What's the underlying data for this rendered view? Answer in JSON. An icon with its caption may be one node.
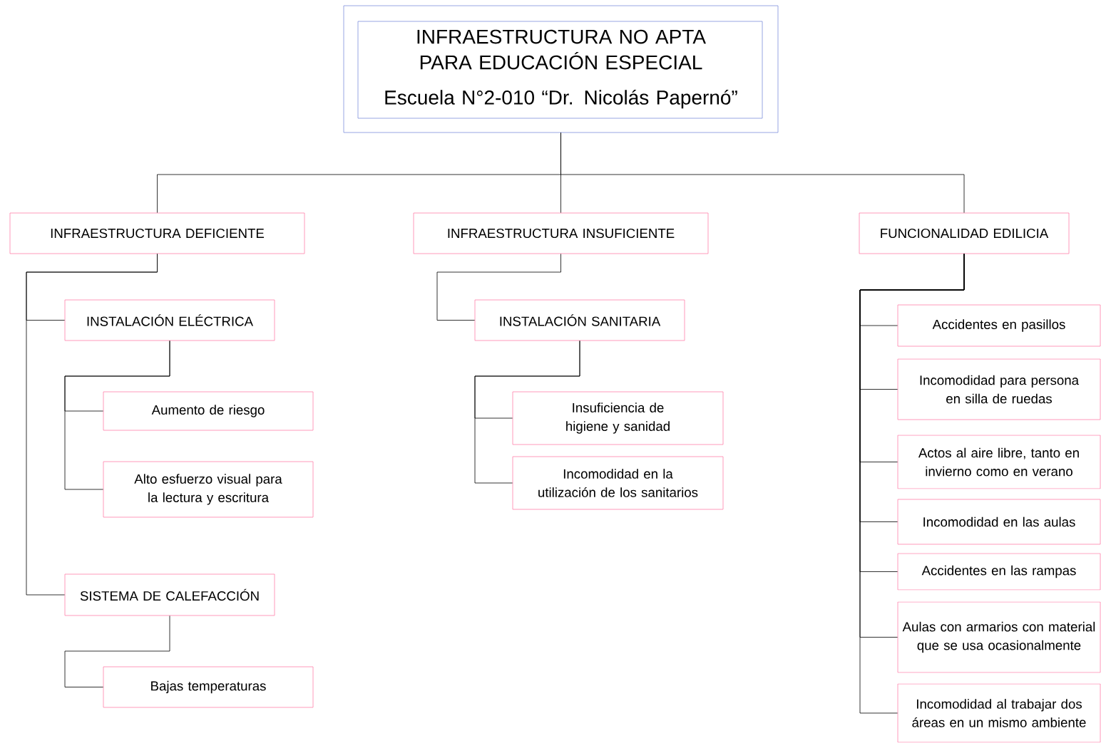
{
  "diagram": {
    "nodes": [
      {
        "text": [
          "INFRAESTRUCTURA NO APTA PARA EDUCACIÓN ESPECIAL",
          "Escuela N°2-010 “Dr. Nicolás Papernó”"
        ]
      },
      {
        "text": [
          "INFRAESTRUCTURA  DEFICIENTE"
        ]
      },
      {
        "text": [
          "INFRAESTRUCTURA  INSUFICIENTE"
        ]
      },
      {
        "text": [
          "FUNCIONALIDAD EDILICIA"
        ]
      },
      {
        "text": [
          "INSTALACIÓN ELÉCTRICA"
        ]
      },
      {
        "text": [
          "Aumento de riesgo"
        ]
      },
      {
        "text": [
          "Alto esfuerzo visual para la lectura y escritura"
        ]
      },
      {
        "text": [
          "SISTEMA DE CALEFACCIÓN"
        ]
      },
      {
        "text": [
          "Bajas temperaturas"
        ]
      },
      {
        "text": [
          "INSTALACIÓN SANITARIA"
        ]
      },
      {
        "text": [
          "Insuficiencia de higiene y sanidad"
        ]
      },
      {
        "text": [
          "Incomodidad en la utilización de los sanitarios"
        ]
      },
      {
        "text": [
          "Accidentes en pasillos"
        ]
      },
      {
        "text": [
          "Incomodidad para persona en silla de ruedas"
        ]
      },
      {
        "text": [
          "Actos al aire libre, tanto en invierno como en verano"
        ]
      },
      {
        "text": [
          "Incomodidad en las aulas"
        ]
      },
      {
        "text": [
          "Accidentes en las rampas"
        ]
      },
      {
        "text": [
          "Aulas con armarios con material que se usa ocasionalmente"
        ]
      },
      {
        "text": [
          "Incomodidad al trabajar dos áreas en un mismo ambiente"
        ]
      }
    ],
    "edges": [
      {
        "from": 0,
        "to": 1,
        "arrow": "none"
      },
      {
        "from": 0,
        "to": 2,
        "arrow": "none"
      },
      {
        "from": 0,
        "to": 3,
        "arrow": "none"
      },
      {
        "from": 1,
        "to": 4,
        "arrow": "none"
      },
      {
        "from": 1,
        "to": 7,
        "arrow": "none"
      },
      {
        "from": 4,
        "to": 5,
        "arrow": "none"
      },
      {
        "from": 4,
        "to": 6,
        "arrow": "none"
      },
      {
        "from": 7,
        "to": 8,
        "arrow": "none"
      },
      {
        "from": 2,
        "to": 9,
        "arrow": "none"
      },
      {
        "from": 9,
        "to": 10,
        "arrow": "none"
      },
      {
        "from": 9,
        "to": 11,
        "arrow": "none"
      },
      {
        "from": 3,
        "to": 12,
        "arrow": "none"
      },
      {
        "from": 3,
        "to": 13,
        "arrow": "none"
      },
      {
        "from": 3,
        "to": 14,
        "arrow": "none"
      },
      {
        "from": 3,
        "to": 15,
        "arrow": "none"
      },
      {
        "from": 3,
        "to": 16,
        "arrow": "none"
      },
      {
        "from": 3,
        "to": 17,
        "arrow": "none"
      },
      {
        "from": 3,
        "to": 18,
        "arrow": "none"
      }
    ]
  }
}
